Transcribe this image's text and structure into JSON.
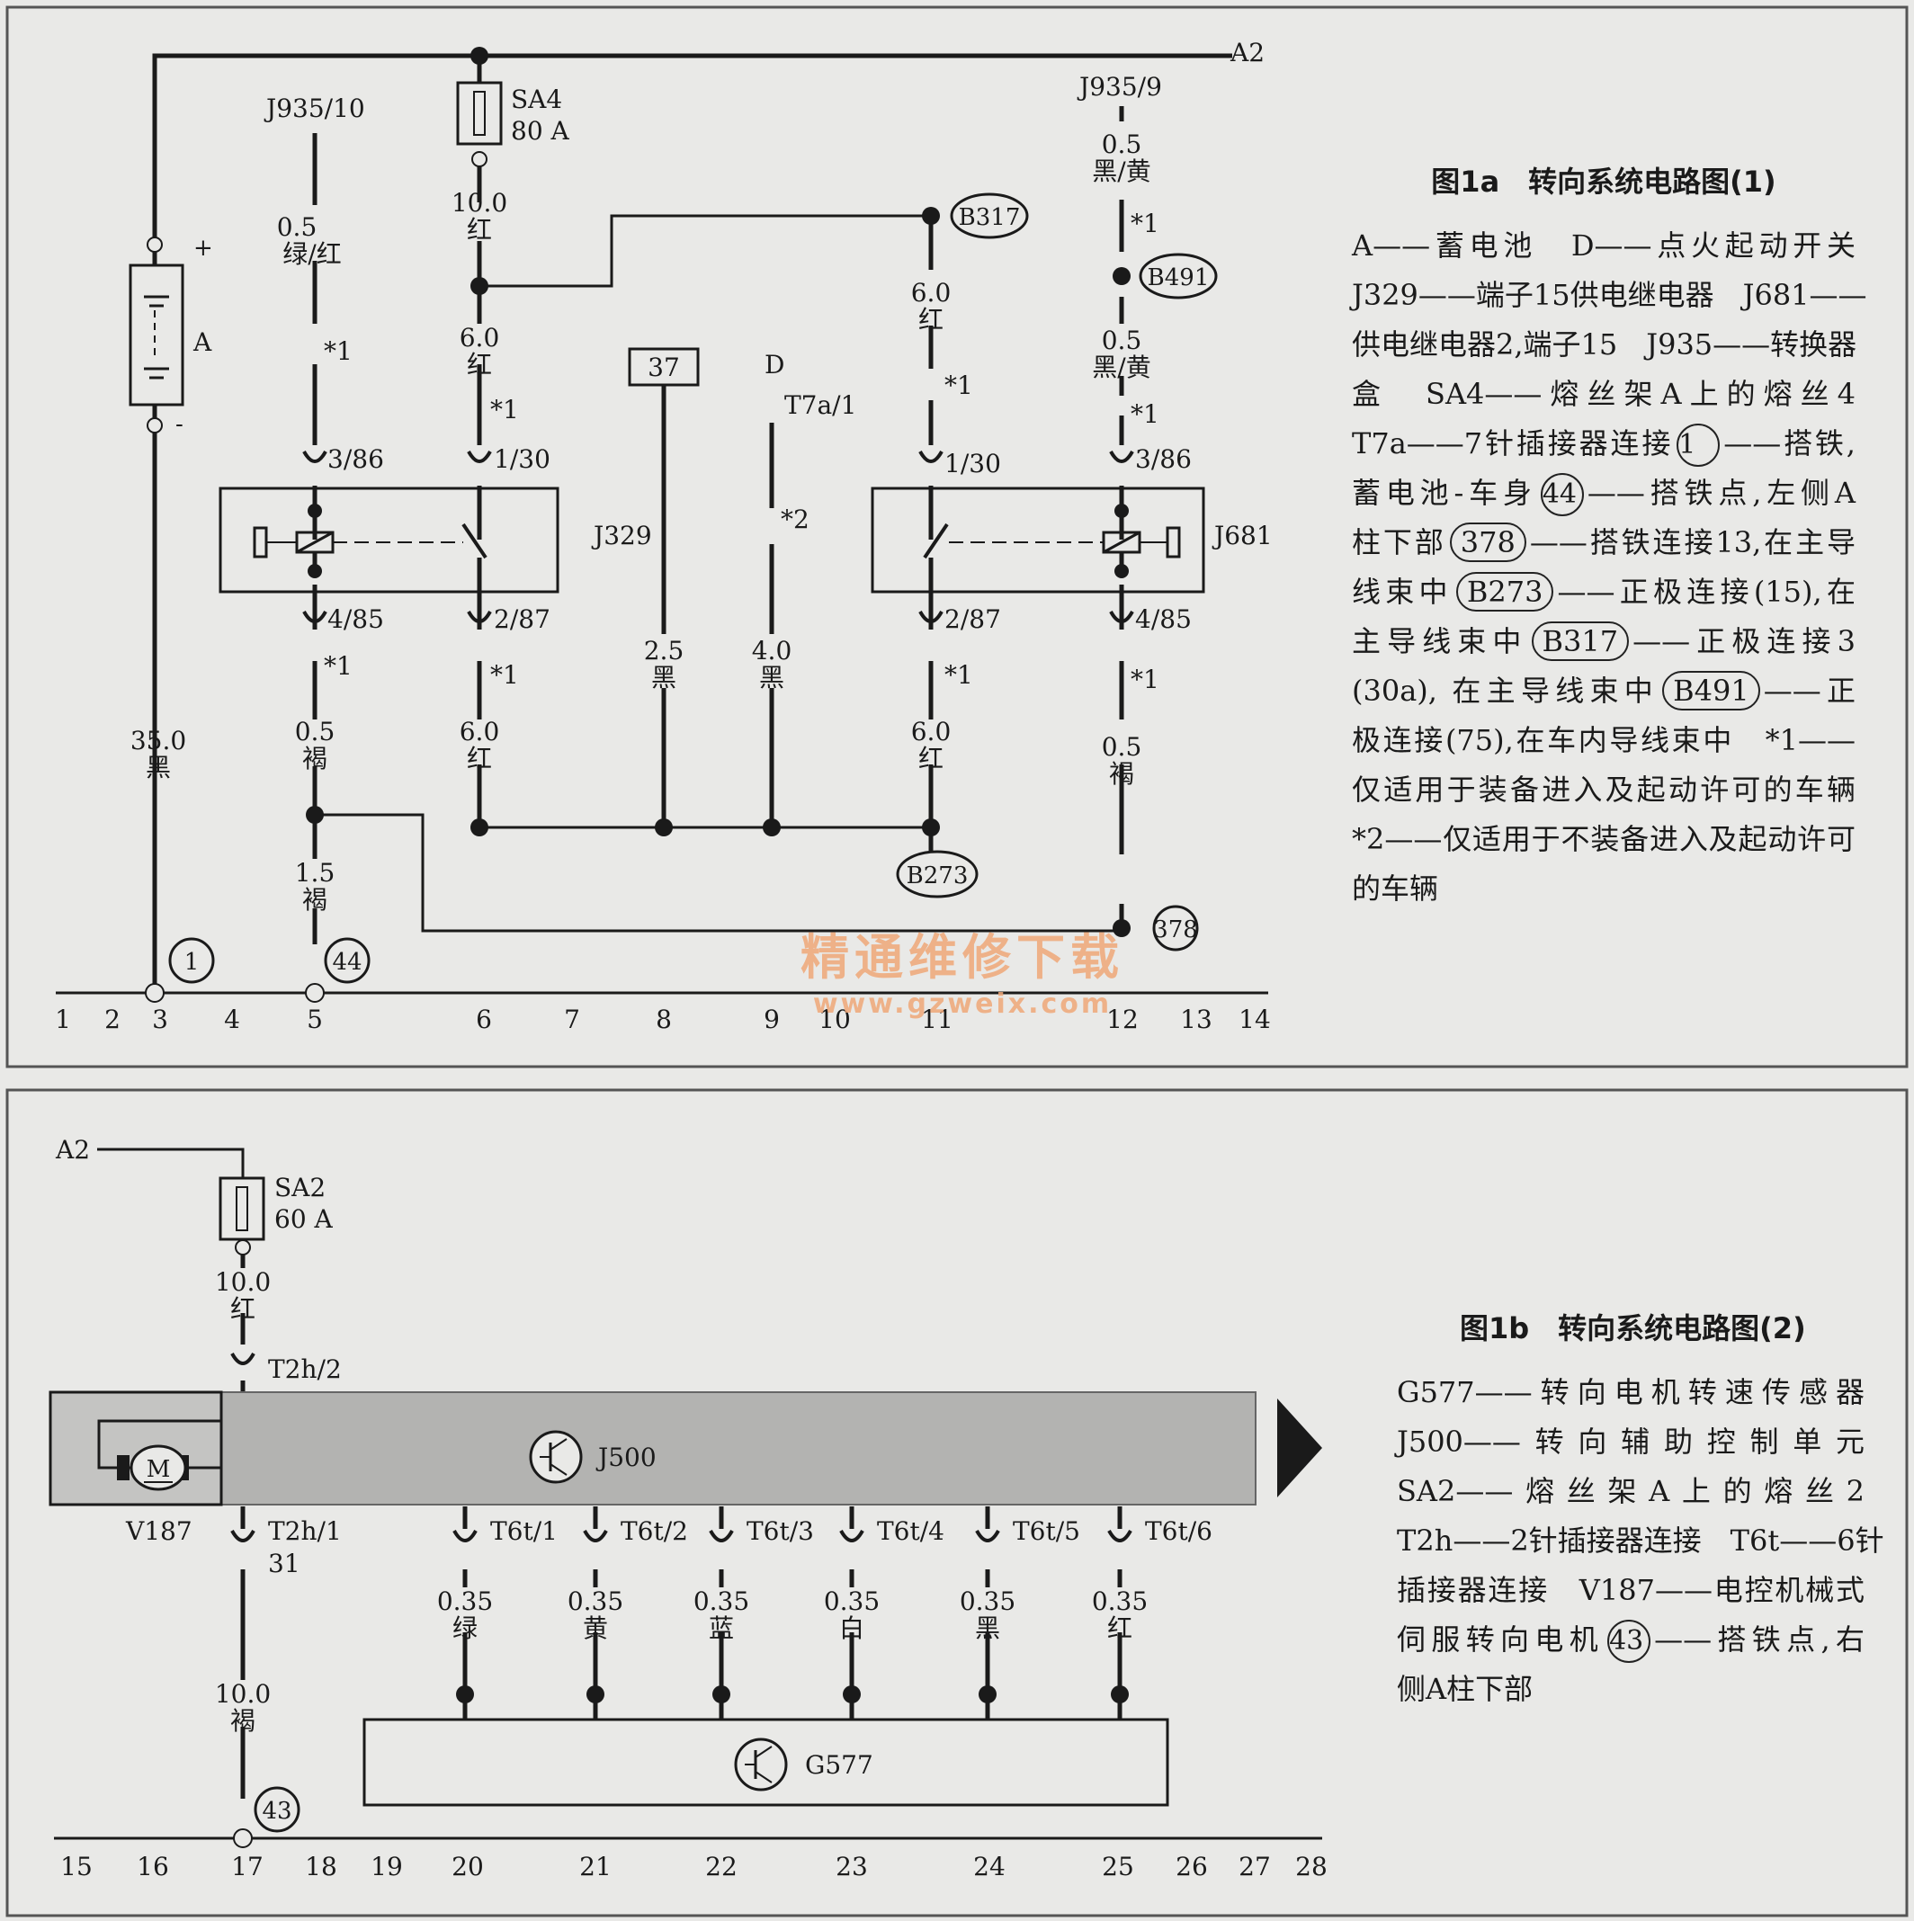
{
  "fig1a": {
    "title": "图1a　转向系统电路图(1)",
    "legend_lines": [
      [
        {
          "t": "A——蓄电池　D——点火起动开关"
        }
      ],
      [
        {
          "t": "J329——端子15供电继电器　J681——"
        }
      ],
      [
        {
          "t": "供电继电器2,端子15　J935——转换器"
        }
      ],
      [
        {
          "t": "盒　SA4——熔丝架A上的熔丝4"
        }
      ],
      [
        {
          "t": "T7a——7针插接器连接"
        },
        {
          "c": "1"
        },
        {
          "t": "——搭铁,"
        }
      ],
      [
        {
          "t": "蓄电池-车身"
        },
        {
          "c": "44"
        },
        {
          "t": "——搭铁点,左侧A"
        }
      ],
      [
        {
          "t": "柱下部"
        },
        {
          "o": "378"
        },
        {
          "t": "——搭铁连接13,在主导"
        }
      ],
      [
        {
          "t": "线束中"
        },
        {
          "o": "B273"
        },
        {
          "t": "——正极连接(15),在"
        }
      ],
      [
        {
          "t": "主导线束中"
        },
        {
          "o": "B317"
        },
        {
          "t": "——正极连接3"
        }
      ],
      [
        {
          "t": "(30a), 在主导线束中"
        },
        {
          "o": "B491"
        },
        {
          "t": "——正"
        }
      ],
      [
        {
          "t": "极连接(75),在车内导线束中　*1——"
        }
      ],
      [
        {
          "t": "仅适用于装备进入及起动许可的车辆"
        }
      ],
      [
        {
          "t": "*2——仅适用于不装备进入及起动许可"
        }
      ],
      [
        {
          "t": "的车辆"
        }
      ]
    ],
    "columns": [
      "1",
      "2",
      "3",
      "4",
      "5",
      "6",
      "7",
      "8",
      "9",
      "10",
      "11",
      "12",
      "13",
      "14"
    ]
  },
  "fig1b": {
    "title": "图1b　转向系统电路图(2)",
    "legend_lines": [
      [
        {
          "t": "G577——转向电机转速传感器"
        }
      ],
      [
        {
          "t": "J500——转向辅助控制单元"
        }
      ],
      [
        {
          "t": "SA2——熔丝架A上的熔丝2"
        }
      ],
      [
        {
          "t": "T2h——2针插接器连接　T6t——6针"
        }
      ],
      [
        {
          "t": "插接器连接　V187——电控机械式"
        }
      ],
      [
        {
          "t": "伺服转向电机"
        },
        {
          "c": "43"
        },
        {
          "t": "——搭铁点,右"
        }
      ],
      [
        {
          "t": "侧A柱下部"
        }
      ]
    ],
    "columns": [
      "15",
      "16",
      "17",
      "18",
      "19",
      "20",
      "21",
      "22",
      "23",
      "24",
      "25",
      "26",
      "27",
      "28"
    ]
  },
  "watermark": {
    "line1": "精通维修下载",
    "line2": "www.gzweix.com"
  }
}
